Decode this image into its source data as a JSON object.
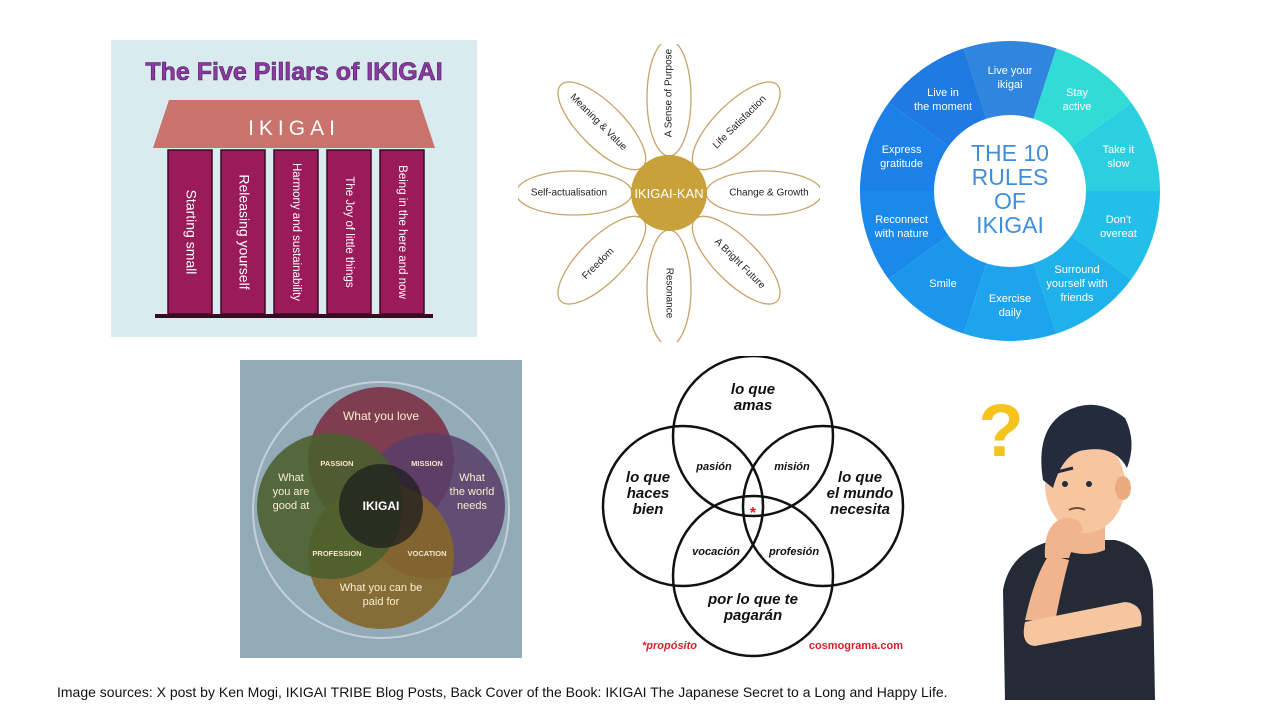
{
  "pillars": {
    "title": "The Five Pillars of IKIGAI",
    "roof": "IKIGAI",
    "columns": [
      "Starting small",
      "Releasing yourself",
      "Harmony and sustainability",
      "The Joy of little things",
      "Being in the here and now"
    ],
    "colors": {
      "bg": "#d9ebef",
      "roof": "#c9736c",
      "column": "#9b1a5a",
      "title": "#7b2d8e"
    }
  },
  "flower": {
    "center": "IKIGAI-KAN",
    "petals": [
      "A Sense of Purpose",
      "Life Satisfaction",
      "Change & Growth",
      "A Bright Future",
      "Resonance",
      "Freedom",
      "Self-actualisation",
      "Meaning & Value"
    ],
    "colors": {
      "center": "#c9a13a",
      "petal": "#c9a36a"
    }
  },
  "rules": {
    "title_lines": [
      "THE 10",
      "RULES",
      "OF",
      "IKIGAI"
    ],
    "segments": [
      {
        "lines": [
          "Live your",
          "ikigai"
        ],
        "color": "#2f86dc"
      },
      {
        "lines": [
          "Stay",
          "active"
        ],
        "color": "#31dcd6"
      },
      {
        "lines": [
          "Take it",
          "slow"
        ],
        "color": "#2ccfe0"
      },
      {
        "lines": [
          "Don't",
          "overeat"
        ],
        "color": "#22bfe8"
      },
      {
        "lines": [
          "Surround",
          "yourself with",
          "friends"
        ],
        "color": "#1eb1ea"
      },
      {
        "lines": [
          "Exercise",
          "daily"
        ],
        "color": "#1da4ec"
      },
      {
        "lines": [
          "Smile"
        ],
        "color": "#1a96ec"
      },
      {
        "lines": [
          "Reconnect",
          "with nature"
        ],
        "color": "#1a8aea"
      },
      {
        "lines": [
          "Express",
          "gratitude"
        ],
        "color": "#1b80e8"
      },
      {
        "lines": [
          "Live in",
          "the moment"
        ],
        "color": "#2179e2"
      }
    ]
  },
  "venn_color": {
    "circles": [
      "What you love",
      "What the world needs",
      "What you can be paid for",
      "What you are good at"
    ],
    "overlaps": [
      "PASSION",
      "MISSION",
      "PROFESSION",
      "VOCATION"
    ],
    "center": "IKIGAI"
  },
  "venn_es": {
    "circles": [
      "lo que amas",
      "lo que el mundo necesita",
      "por lo que te pagarán",
      "lo que haces bien"
    ],
    "overlaps": [
      "pasión",
      "misión",
      "vocación",
      "profesión"
    ],
    "center_mark": "*",
    "footnote": "*propósito",
    "site": "cosmograma.com"
  },
  "thinker": {
    "symbol": "?"
  },
  "caption": "Image sources: X post by Ken Mogi, IKIGAI TRIBE Blog Posts, Back Cover of the Book: IKIGAI The Japanese Secret to a Long and Happy Life."
}
